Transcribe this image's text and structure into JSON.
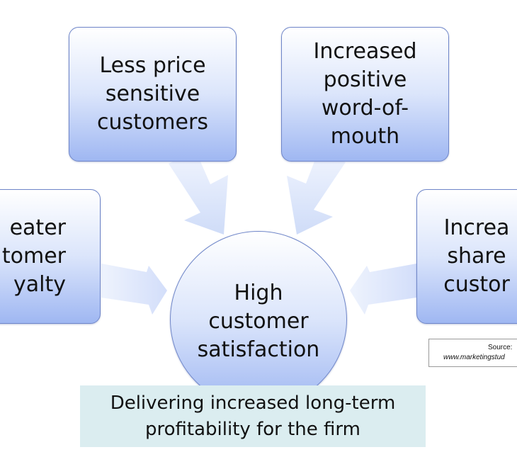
{
  "diagram": {
    "center": "High\ncustomer\nsatisfaction",
    "top_left": "Less price\nsensitive\ncustomers",
    "top_right": "Increased\npositive\nword-of-\nmouth",
    "left": "eater\ntomer\nyalty",
    "right": "Increa\nshare\ncustor",
    "banner": "Delivering increased long-term\nprofitability for the firm",
    "source_label": "Source:",
    "source_url": "www.marketingstud"
  },
  "colors": {
    "box_top": "#ffffff",
    "box_bottom": "#9fb7f2",
    "box_border": "#6f86c9",
    "arrow_fill": "#dce6fb",
    "banner_fill": "#dbedf0"
  }
}
